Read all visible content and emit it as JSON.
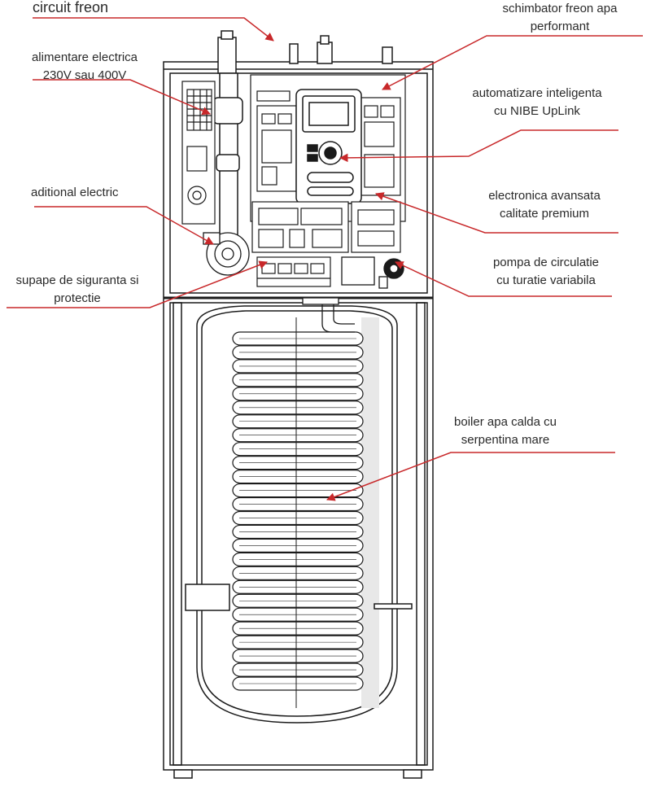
{
  "labels": {
    "circuit_freon": [
      "circuit freon"
    ],
    "schimbator": [
      "schimbator freon apa",
      "performant"
    ],
    "alimentare": [
      "alimentare electrica",
      "230V sau 400V"
    ],
    "automatizare": [
      "automatizare inteligenta",
      "cu NIBE UpLink"
    ],
    "aditional": [
      "aditional electric"
    ],
    "electronica": [
      "electronica avansata",
      "calitate premium"
    ],
    "supape": [
      "supape de siguranta si",
      "protectie"
    ],
    "pompa": [
      "pompa de circulatie",
      "cu turatie variabila"
    ],
    "boiler": [
      "boiler apa calda cu",
      "serpentina mare"
    ]
  },
  "colors": {
    "leader_line": "#c8282a",
    "drawing_line": "#1a1a1a",
    "label_text": "#2a2a2a"
  }
}
